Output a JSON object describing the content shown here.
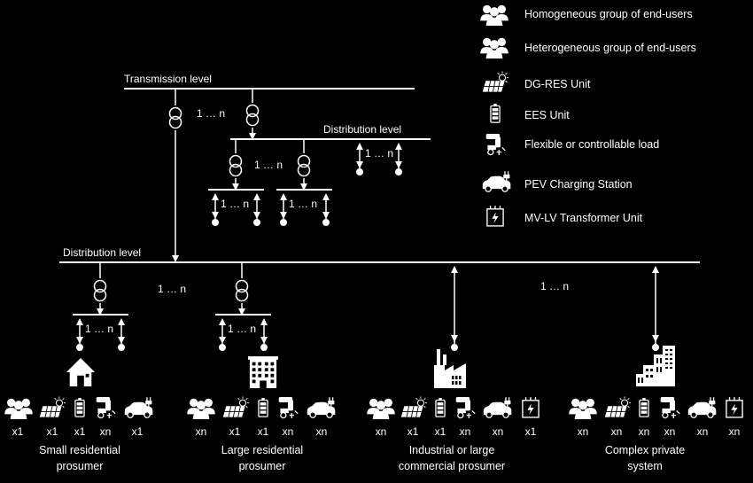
{
  "legend": [
    {
      "icon": "homogeneous-group-icon",
      "label": "Homogeneous group of end-users"
    },
    {
      "icon": "heterogeneous-group-icon",
      "label": "Heterogeneous group of end-users"
    },
    {
      "icon": "solar-panel-icon",
      "label": "DG-RES Unit"
    },
    {
      "icon": "battery-icon",
      "label": "EES Unit"
    },
    {
      "icon": "robotic-arm-icon",
      "label": "Flexible or controllable load"
    },
    {
      "icon": "ev-charging-icon",
      "label": "PEV Charging Station"
    },
    {
      "icon": "transformer-box-icon",
      "label": "MV-LV Transformer Unit"
    }
  ],
  "levels": {
    "transmission": "Transmission level",
    "distribution_upper": "Distribution level",
    "distribution_main": "Distribution level"
  },
  "range_labels": {
    "top_transformers": "1 … n",
    "upper_secondary": "1 … n",
    "upper_right_branch": "1 … n",
    "upper_sub_left": "1 … n",
    "upper_sub_right": "1 … n",
    "main_left": "1 … n",
    "small_sub": "1 … n",
    "large_sub": "1 … n",
    "main_right": "1 … n"
  },
  "prosumers": [
    {
      "name": "Small residential prosumer",
      "line1": "Small residential",
      "line2": "prosumer",
      "building_icon": "house-icon",
      "multipliers": [
        "x1",
        "x1",
        "x1",
        "xn",
        "x1"
      ]
    },
    {
      "name": "Large residential prosumer",
      "line1": "Large residential",
      "line2": "prosumer",
      "building_icon": "apartment-building-icon",
      "multipliers": [
        "xn",
        "x1",
        "x1",
        "xn",
        "xn"
      ]
    },
    {
      "name": "Industrial or large commercial prosumer",
      "line1": "Industrial or large",
      "line2": "commercial prosumer",
      "building_icon": "factory-icon",
      "multipliers": [
        "xn",
        "x1",
        "x1",
        "xn",
        "xn",
        "x1"
      ]
    },
    {
      "name": "Complex private system",
      "line1": "Complex private",
      "line2": "system",
      "building_icon": "city-skyline-icon",
      "multipliers": [
        "xn",
        "xn",
        "xn",
        "xn",
        "xn",
        "xn"
      ]
    }
  ]
}
